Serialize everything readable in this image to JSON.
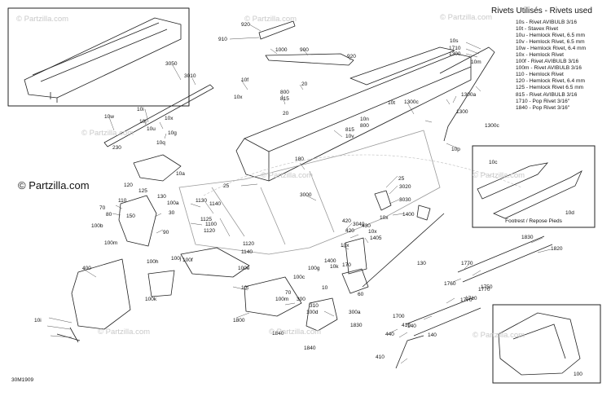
{
  "legend": {
    "title": "Rivets Utilisés - Rivets used",
    "items": [
      "10s - Rivet AVIBULB 3/16",
      "10t - Stavex Rivet",
      "10u - Hemlock Rivet, 6.5 mm",
      "10v - Hemlock Rivet, 6.5 mm",
      "10w - Hemlock Rivet, 6.4 mm",
      "10x - Hemlock Rivet",
      "100f - Rivet AVIBULB 3/16",
      "100m - Rivet AVIBULB 3/16",
      "110 - Hemlock Rivet",
      "120 - Hemlock Rivet, 6.4 mm",
      "125 - Hemlock Rivet 6.5 mm",
      "815 - Rivet AVIBULB 3/16",
      "1710 - Pop Rivet 3/16\"",
      "1840 - Pop Rivet 3/16\""
    ]
  },
  "watermark": "© Partzilla.com",
  "diagram_id": "30M1909",
  "inset_footrest": {
    "caption": "Footrest / Repose Pieds",
    "labels": [
      "10c",
      "10d"
    ]
  },
  "inset_frame": {
    "label": "100"
  },
  "parts": [
    "920",
    "910",
    "1000",
    "900",
    "920",
    "3050",
    "3010",
    "20",
    "10f",
    "10x",
    "800",
    "815",
    "20",
    "10t",
    "10i",
    "10j",
    "10w",
    "10u",
    "10x",
    "10g",
    "10q",
    "230",
    "10a",
    "120",
    "125",
    "130",
    "100a",
    "110",
    "70",
    "80",
    "30",
    "150",
    "100b",
    "90",
    "100m",
    "1130",
    "1140",
    "1125",
    "1100",
    "1120",
    "1120",
    "1140",
    "100e",
    "100h",
    "100j",
    "100f",
    "400",
    "100k",
    "1300c",
    "1300a",
    "1300",
    "1300c",
    "10p",
    "10s",
    "1710",
    "1300",
    "10m",
    "10n",
    "800",
    "815",
    "10v",
    "180",
    "25",
    "3000",
    "25",
    "3020",
    "3030",
    "1400",
    "10x",
    "420",
    "3040",
    "430",
    "10x",
    "1405",
    "420",
    "10x",
    "1400",
    "10k",
    "170",
    "100g",
    "130",
    "60",
    "10t",
    "100c",
    "70",
    "10",
    "300",
    "100m",
    "100d",
    "310",
    "300a",
    "1800",
    "1840",
    "1830",
    "1840",
    "1830",
    "1820",
    "1770",
    "1750",
    "1770",
    "1760",
    "1770",
    "1710",
    "1700",
    "140",
    "410",
    "440",
    "140",
    "410",
    "10i"
  ]
}
